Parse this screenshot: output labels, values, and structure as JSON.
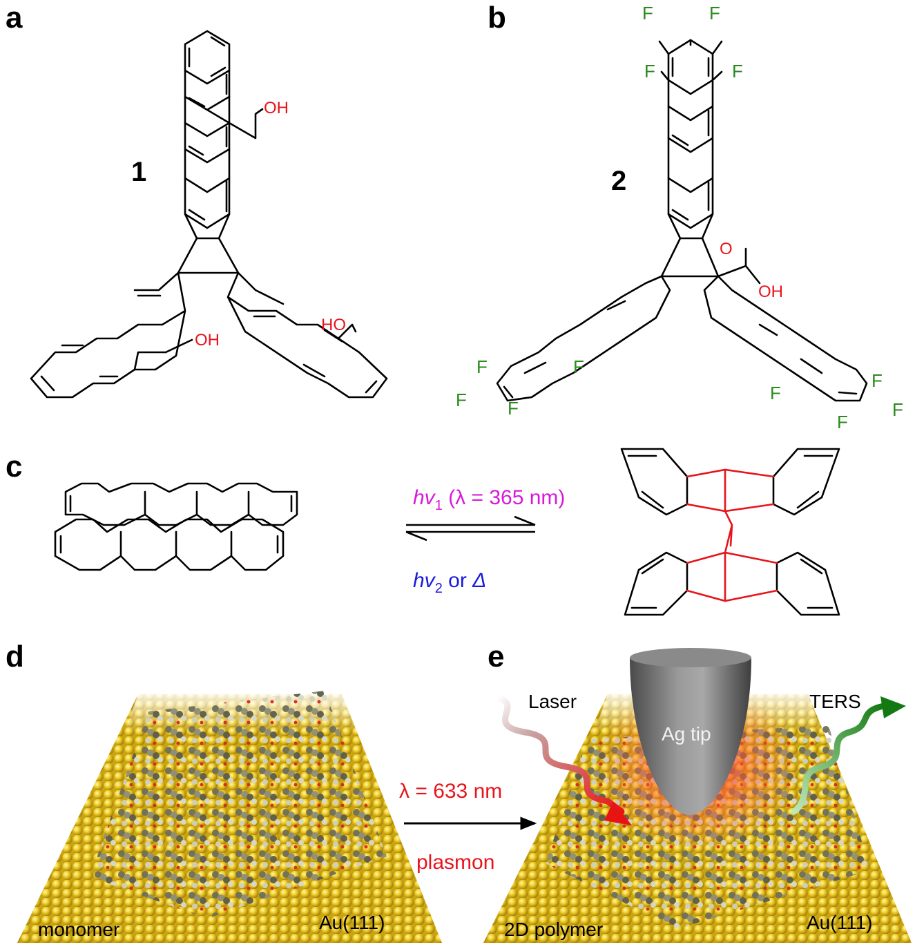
{
  "panels": {
    "a": "a",
    "b": "b",
    "c": "c",
    "d": "d",
    "e": "e"
  },
  "compound_1": {
    "number": "1",
    "groups": [
      "OH",
      "HO",
      "OH"
    ]
  },
  "compound_2": {
    "number": "2",
    "carbonyl_o": "O",
    "acid_oh": "OH",
    "fluorine": "F"
  },
  "reaction_c": {
    "forward_hv": "hv",
    "forward_sub": "1",
    "forward_cond": " (λ = 365 nm)",
    "reverse_hv": "hv",
    "reverse_sub": "2",
    "reverse_or": " or ",
    "reverse_delta": "Δ"
  },
  "reaction_de": {
    "wavelength": "λ = 633 nm",
    "plasmon": "plasmon"
  },
  "scene_d": {
    "monomer": "monomer",
    "substrate": "Au(111)"
  },
  "scene_e": {
    "laser": "Laser",
    "tip": "Ag tip",
    "ters": "TERS",
    "polymer": "2D polymer",
    "substrate": "Au(111)"
  },
  "colors": {
    "red_label": "#e8141c",
    "green_label": "#2a8a1e",
    "magenta_label": "#d81ad8",
    "blue_label": "#1a1adc",
    "gold": "#e8c21a",
    "molecule": "#5a5a48"
  }
}
